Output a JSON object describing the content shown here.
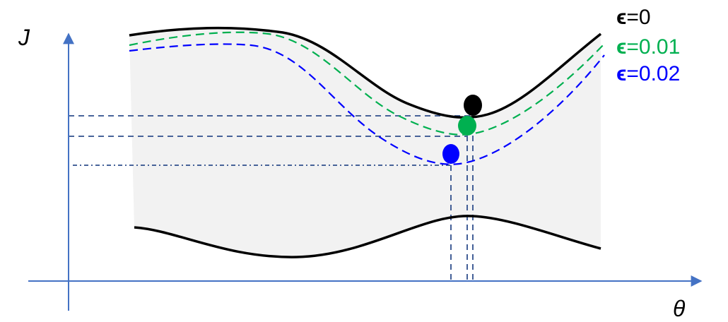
{
  "axes": {
    "y_label": "J",
    "x_label": "θ",
    "color": "#4472C4"
  },
  "legend": [
    {
      "symbol": "ϵ",
      "text": "=0",
      "color": "#000000"
    },
    {
      "symbol": "ϵ",
      "text": "=0.01",
      "color": "#00B050"
    },
    {
      "symbol": "ϵ",
      "text": "=0.02",
      "color": "#0000FF"
    }
  ],
  "colors": {
    "band_fill": "#F2F2F2",
    "guide_lines": "#2F4E8C",
    "point_eps0": "#000000",
    "point_eps001": "#00B050",
    "point_eps002": "#0000FF"
  }
}
